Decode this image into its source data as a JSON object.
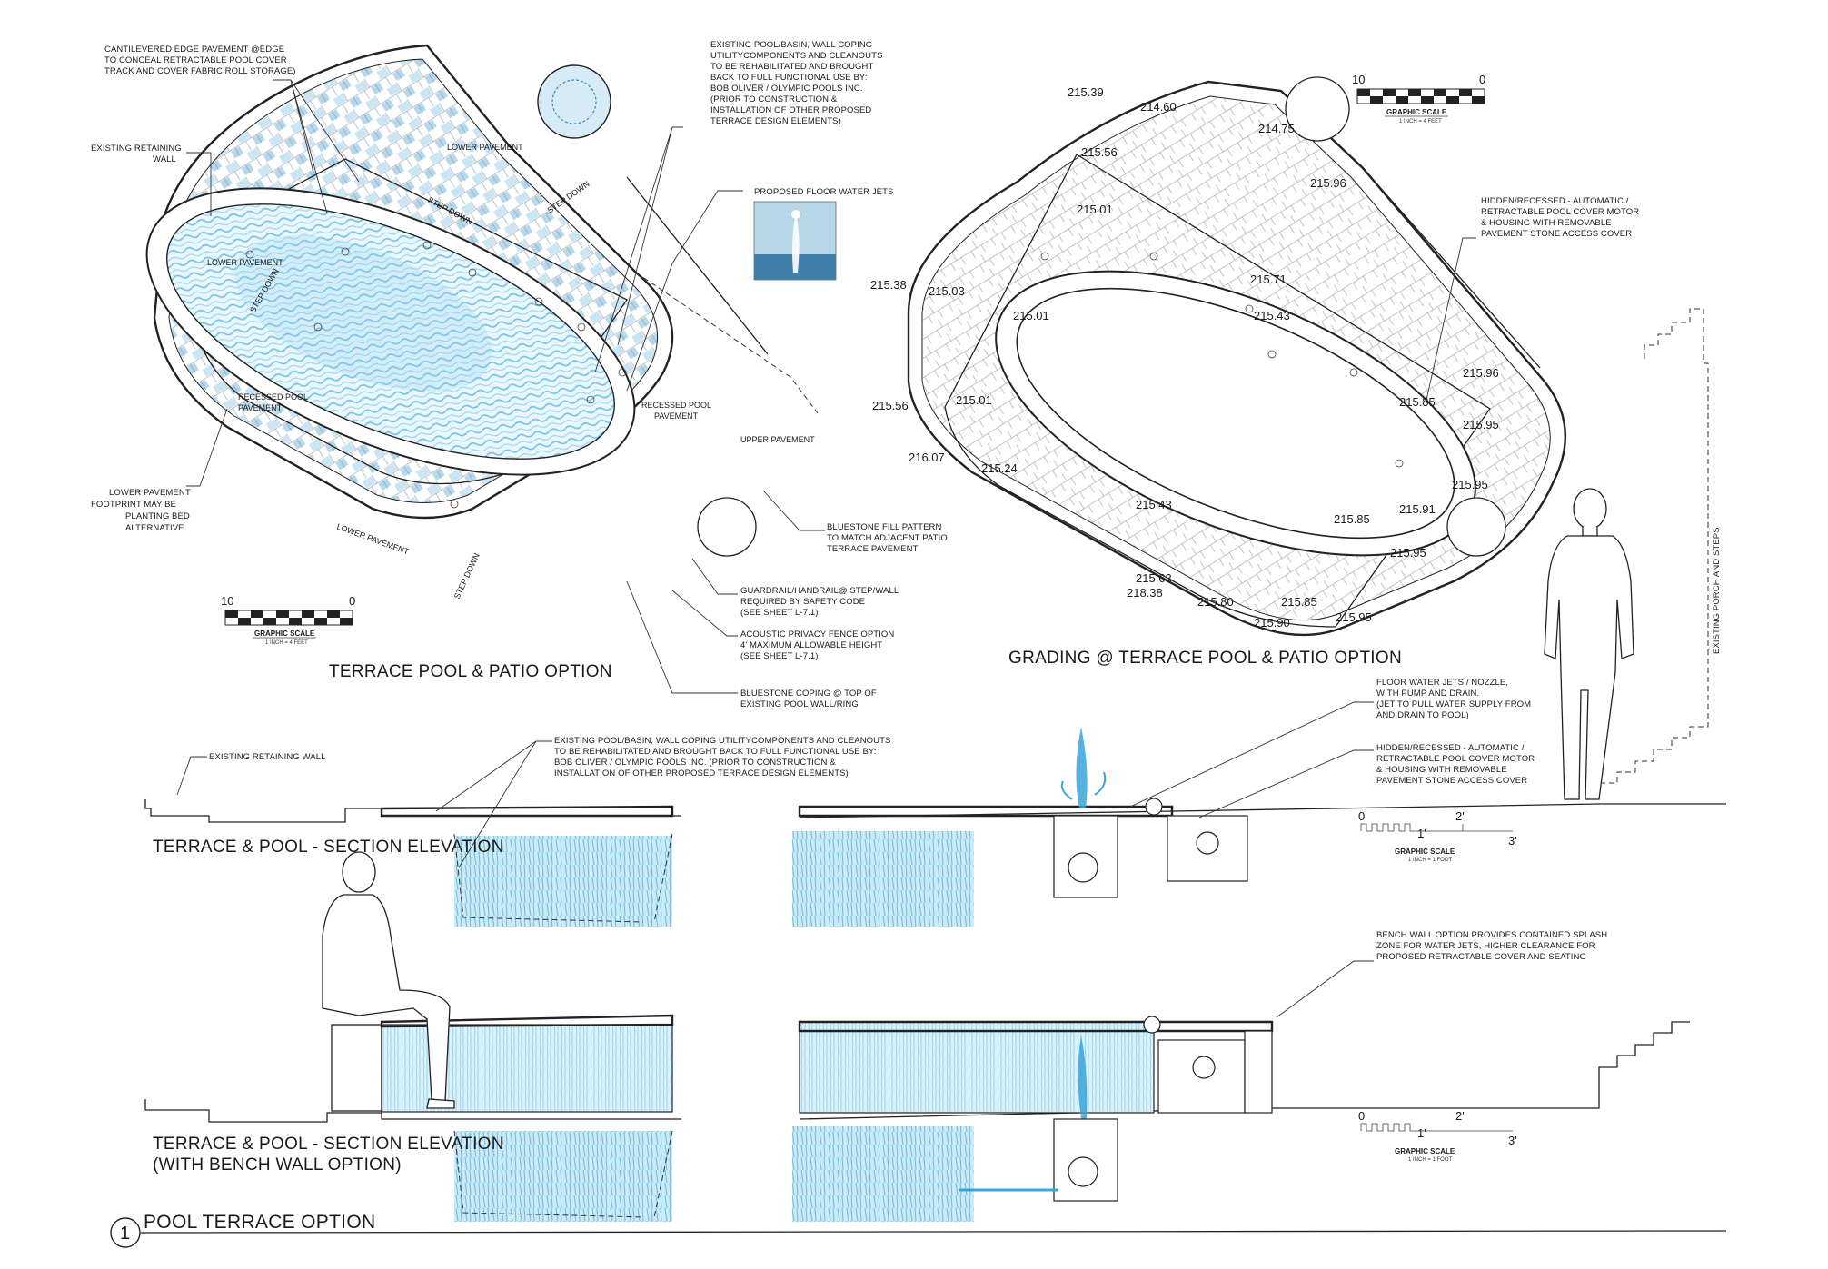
{
  "plan_left": {
    "title": "TERRACE POOL & PATIO OPTION",
    "notes": {
      "cantilevered": [
        "CANTILEVERED EDGE PAVEMENT @EDGE",
        "TO CONCEAL RETRACTABLE POOL COVER",
        "TRACK AND COVER FABRIC ROLL STORAGE)"
      ],
      "retaining": [
        "EXISTING RETAINING",
        "WALL"
      ],
      "lower_footprint": [
        "LOWER PAVEMENT",
        "FOOTPRINT MAY BE",
        "PLANTING BED",
        "ALTERNATIVE"
      ],
      "existing_pool": [
        "EXISTING POOL/BASIN, WALL COPING",
        "UTILITYCOMPONENTS AND CLEANOUTS",
        "TO BE REHABILITATED AND BROUGHT",
        "BACK TO FULL FUNCTIONAL USE BY:",
        "BOB OLIVER / OLYMPIC POOLS INC.",
        "(PRIOR TO CONSTRUCTION &",
        "INSTALLATION OF OTHER PROPOSED",
        "TERRACE DESIGN ELEMENTS)"
      ],
      "jets": "PROPOSED FLOOR WATER JETS",
      "bluestone_fill": [
        "BLUESTONE FILL PATTERN",
        "TO MATCH ADJACENT PATIO",
        "TERRACE PAVEMENT"
      ],
      "guardrail": [
        "GUARDRAIL/HANDRAIL@ STEP/WALL",
        "REQUIRED BY SAFETY CODE",
        "(SEE SHEET L-7.1)"
      ],
      "acoustic": [
        "ACOUSTIC PRIVACY FENCE OPTION",
        "4' MAXIMUM ALLOWABLE HEIGHT",
        "(SEE SHEET L-7.1)"
      ],
      "coping": [
        "BLUESTONE COPING @ TOP OF",
        "EXISTING POOL WALL/RING"
      ]
    },
    "labels": {
      "lower_top": "LOWER PAVEMENT",
      "lower_left": "LOWER PAVEMENT",
      "lower_bottom": "LOWER PAVEMENT",
      "recessed_left": [
        "RECESSED POOL",
        "PAVEMENT"
      ],
      "recessed_right": [
        "RECESSED POOL",
        "PAVEMENT"
      ],
      "upper": "UPPER PAVEMENT",
      "step_down": "STEP DOWN"
    },
    "scale": {
      "left": "10",
      "right": "0",
      "label": "GRAPHIC SCALE",
      "sub": "1 INCH = 4 FEET"
    }
  },
  "plan_right": {
    "title": "GRADING @ TERRACE POOL & PATIO OPTION",
    "grades": [
      "215.39",
      "214.60",
      "214.75",
      "215.56",
      "215.01",
      "215.96",
      "215.38",
      "215.03",
      "215.01",
      "215.71",
      "215.43",
      "215.96",
      "215.56",
      "215.01",
      "215.85",
      "215.95",
      "216.07",
      "215.24",
      "215.43",
      "215.95",
      "215.85",
      "215.91",
      "215.95",
      "215.63",
      "218.38",
      "215.80",
      "215.85",
      "215.90",
      "215.95"
    ],
    "notes": {
      "hidden": [
        "HIDDEN/RECESSED - AUTOMATIC /",
        "RETRACTABLE POOL COVER MOTOR",
        "& HOUSING WITH REMOVABLE",
        "PAVEMENT STONE ACCESS COVER"
      ],
      "porch": "EXISTING PORCH AND STEPS"
    },
    "scale": {
      "left": "10",
      "right": "0",
      "label": "GRAPHIC SCALE",
      "sub": "1 INCH = 4 FEET"
    }
  },
  "section_top": {
    "title": "TERRACE & POOL - SECTION ELEVATION",
    "notes": {
      "retaining": "EXISTING RETAINING WALL",
      "existing_pool": [
        "EXISTING POOL/BASIN, WALL COPING UTILITYCOMPONENTS AND CLEANOUTS",
        "TO BE REHABILITATED AND BROUGHT BACK TO FULL FUNCTIONAL USE BY:",
        "BOB OLIVER / OLYMPIC POOLS INC. (PRIOR TO CONSTRUCTION &",
        "INSTALLATION OF OTHER PROPOSED TERRACE DESIGN ELEMENTS)"
      ],
      "floor_jets": [
        "FLOOR WATER JETS / NOZZLE,",
        "WITH PUMP AND DRAIN.",
        "(JET TO PULL WATER SUPPLY FROM",
        "AND DRAIN TO POOL)"
      ],
      "hidden": [
        "HIDDEN/RECESSED - AUTOMATIC /",
        "RETRACTABLE POOL COVER MOTOR",
        "& HOUSING WITH REMOVABLE",
        "PAVEMENT STONE ACCESS COVER"
      ]
    },
    "scale": {
      "a": "0",
      "b": "1'",
      "c": "2'",
      "d": "3'",
      "label": "GRAPHIC SCALE",
      "sub": "1 INCH = 1 FOOT"
    }
  },
  "section_bottom": {
    "title": [
      "TERRACE & POOL - SECTION ELEVATION",
      "(WITH BENCH WALL OPTION)"
    ],
    "notes": {
      "bench": [
        "BENCH WALL OPTION PROVIDES CONTAINED SPLASH",
        "ZONE FOR WATER JETS, HIGHER CLEARANCE FOR",
        "PROPOSED RETRACTABLE COVER AND SEATING"
      ]
    },
    "scale": {
      "a": "0",
      "b": "1'",
      "c": "2'",
      "d": "3'",
      "label": "GRAPHIC SCALE",
      "sub": "1 INCH = 1 FOOT"
    }
  },
  "sheet": {
    "number": "1",
    "title": "POOL TERRACE OPTION"
  },
  "colors": {
    "water": "#3aa6d8",
    "water_light": "#a9dcf2",
    "ink": "#1a1a1a"
  }
}
